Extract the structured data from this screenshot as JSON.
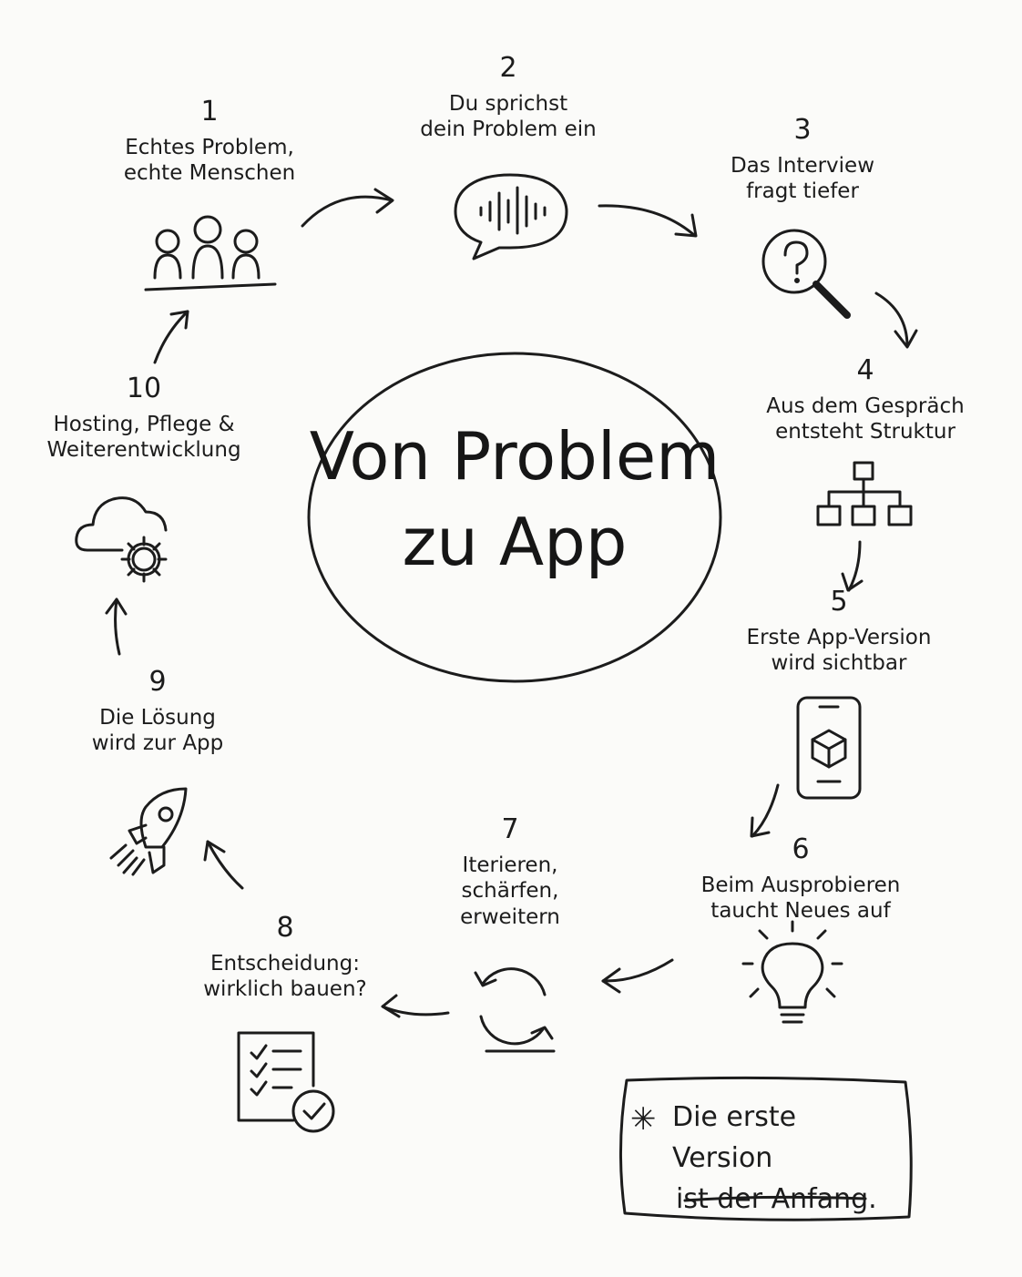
{
  "title": {
    "line1": "Von Problem",
    "line2": "zu App"
  },
  "steps": [
    {
      "number": "1",
      "label": "Echtes Problem,\nechte Menschen",
      "icon": "people-icon"
    },
    {
      "number": "2",
      "label": "Du sprichst\ndein Problem ein",
      "icon": "voice-bubble-icon"
    },
    {
      "number": "3",
      "label": "Das Interview\nfragt tiefer",
      "icon": "magnifier-question-icon"
    },
    {
      "number": "4",
      "label": "Aus dem Gespräch\nentsteht Struktur",
      "icon": "hierarchy-icon"
    },
    {
      "number": "5",
      "label": "Erste App-Version\nwird sichtbar",
      "icon": "phone-box-icon"
    },
    {
      "number": "6",
      "label": "Beim Ausprobieren\ntaucht Neues auf",
      "icon": "lightbulb-icon"
    },
    {
      "number": "7",
      "label": "Iterieren,\nschärfen,\nerweitern",
      "icon": "cycle-icon"
    },
    {
      "number": "8",
      "label": "Entscheidung:\nwirklich bauen?",
      "icon": "checklist-icon"
    },
    {
      "number": "9",
      "label": "Die Lösung\nwird zur App",
      "icon": "rocket-icon"
    },
    {
      "number": "10",
      "label": "Hosting, Pflege &\nWeiterentwicklung",
      "icon": "cloud-gear-icon"
    }
  ],
  "note": {
    "star": "✳",
    "line1": "Die erste Version",
    "line2": "ist der Anfang."
  }
}
